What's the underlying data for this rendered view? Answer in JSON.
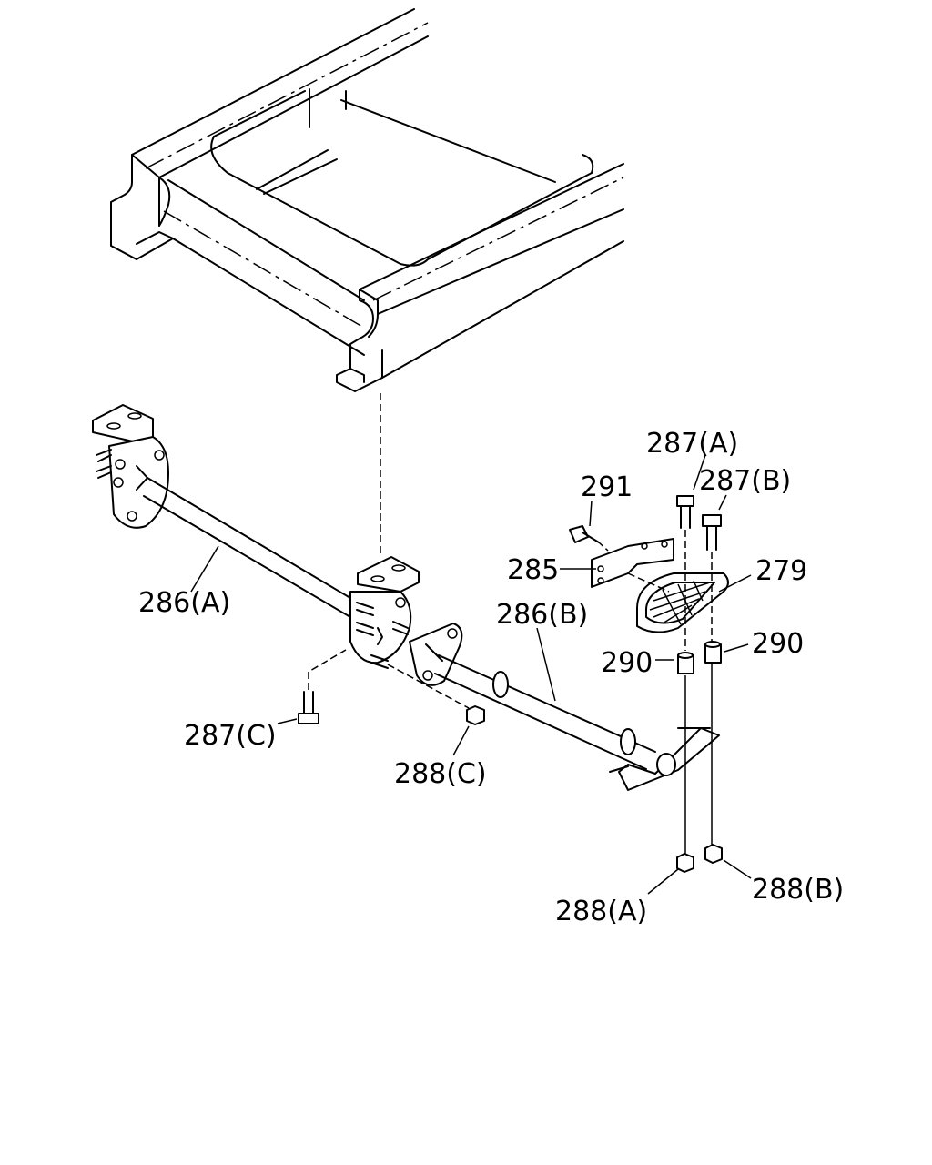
{
  "labels": {
    "l279": "279",
    "l285": "285",
    "l286a": "286(A)",
    "l286b": "286(B)",
    "l287a": "287(A)",
    "l287b": "287(B)",
    "l287c": "287(C)",
    "l288a": "288(A)",
    "l288b": "288(B)",
    "l288c": "288(C)",
    "l290a": "290",
    "l290b": "290",
    "l291": "291"
  }
}
